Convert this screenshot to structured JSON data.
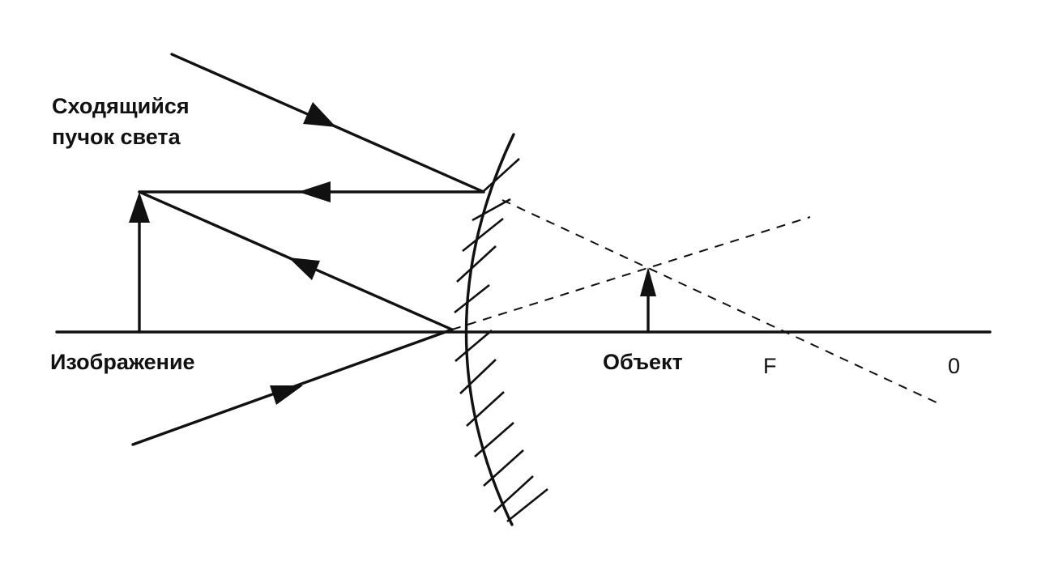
{
  "labels": {
    "beam_line1": "Сходящийся",
    "beam_line2": "пучок света",
    "image": "Изображение",
    "object": "Объект",
    "focus": "F",
    "center": "0"
  },
  "colors": {
    "ink": "#111111",
    "background": "#ffffff"
  }
}
